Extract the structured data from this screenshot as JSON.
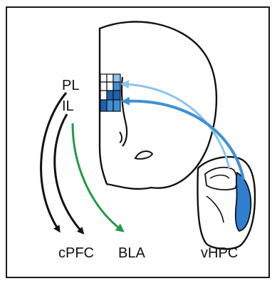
{
  "labels": {
    "pl": "PL",
    "il": "IL",
    "cpfc": "cPFC",
    "bla": "BLA",
    "vhpc": "vHPC"
  },
  "colors": {
    "projection_black": "#111111",
    "projection_green": "#1f9a48",
    "vhpc_light_blue": "#8cc4ec",
    "vhpc_mid_blue": "#3f8fd6",
    "vhpc_dark_blue": "#2060b0",
    "outline": "#111111"
  }
}
